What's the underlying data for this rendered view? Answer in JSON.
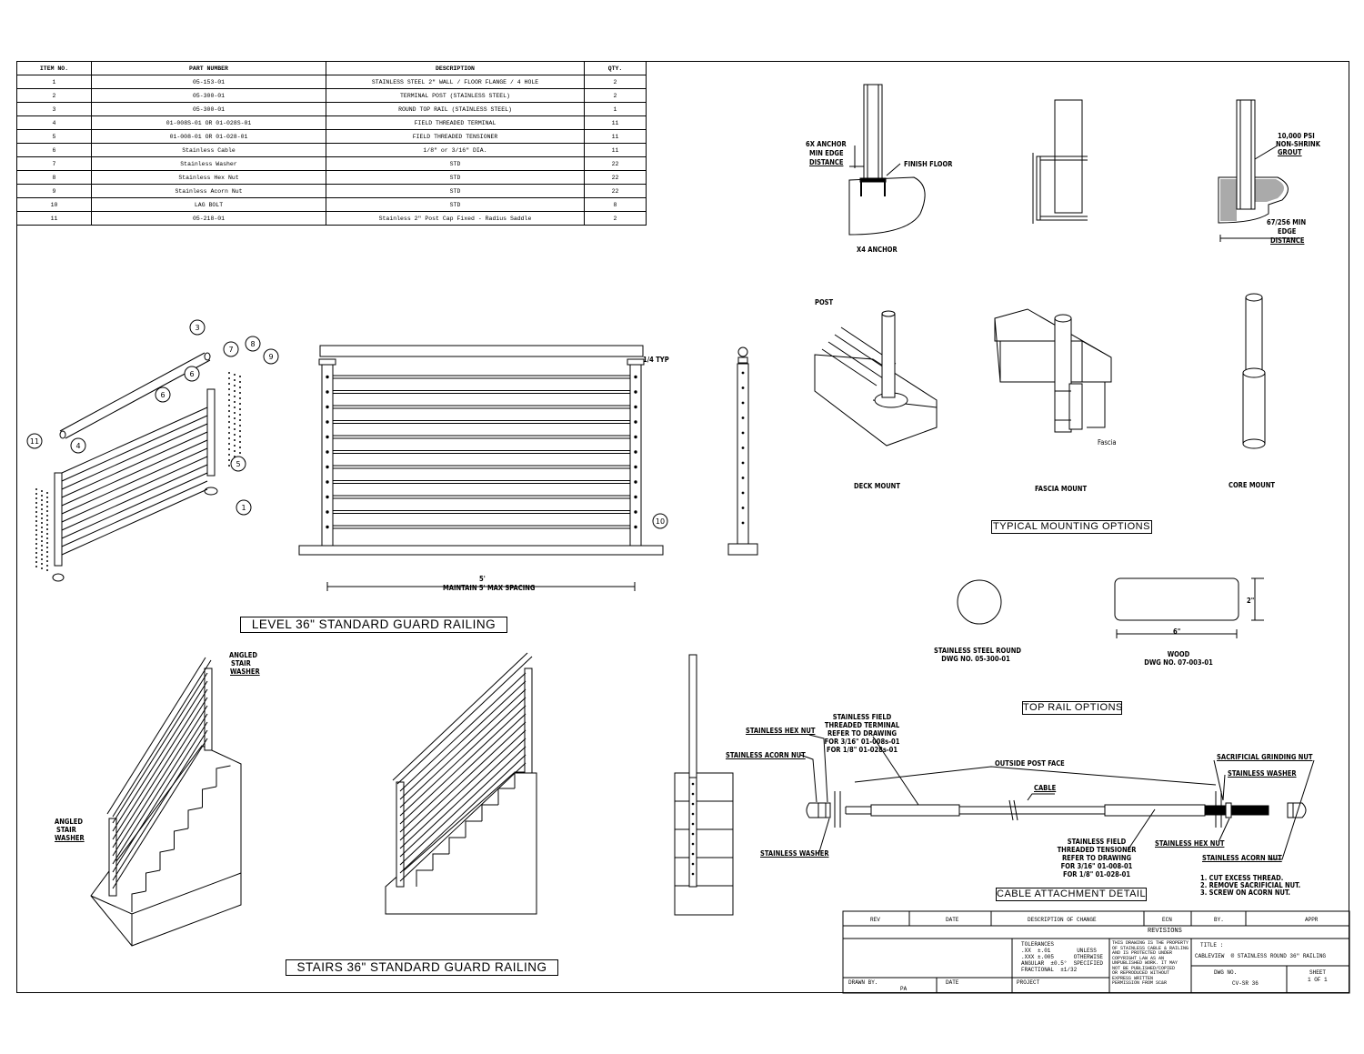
{
  "bom": {
    "headers": [
      "ITEM NO.",
      "PART NUMBER",
      "DESCRIPTION",
      "QTY."
    ],
    "rows": [
      [
        "1",
        "05-153-01",
        "STAINLESS STEEL 2\" WALL / FLOOR FLANGE / 4 HOLE",
        "2"
      ],
      [
        "2",
        "05-300-01",
        "TERMINAL POST  (STAINLESS STEEL)",
        "2"
      ],
      [
        "3",
        "05-300-01",
        "ROUND TOP RAIL (STAINLESS STEEL)",
        "1"
      ],
      [
        "4",
        "01-008S-01 OR 01-028S-01",
        "FIELD THREADED TERMINAL",
        "11"
      ],
      [
        "5",
        "01-008-01 OR 01-028-01",
        "FIELD THREADED TENSIONER",
        "11"
      ],
      [
        "6",
        "Stainless Cable",
        "1/8\" or 3/16\" DIA.",
        "11"
      ],
      [
        "7",
        "Stainless Washer",
        "STD",
        "22"
      ],
      [
        "8",
        "Stainless Hex Nut",
        "STD",
        "22"
      ],
      [
        "9",
        "Stainless Acorn Nut",
        "STD",
        "22"
      ],
      [
        "10",
        "LAG BOLT",
        "STD",
        "8"
      ],
      [
        "11",
        "05-218-01",
        "Stainless 2\" Post Cap Fixed - Radius Saddle",
        "2"
      ]
    ]
  },
  "titles": {
    "level": "LEVEL 36\" STANDARD GUARD RAILING",
    "stairs": "STAIRS 36\" STANDARD GUARD RAILING",
    "mounting": "TYPICAL MOUNTING OPTIONS",
    "top_rail": "TOP RAIL OPTIONS",
    "cable_detail": "CABLE ATTACHMENT DETAIL"
  },
  "labels": {
    "anchor_dist": "6X ANCHOR",
    "min_edge": "MIN EDGE",
    "distance": "DISTANCE",
    "finish_floor": "FINISH FLOOR",
    "x4_anchor": "X4 ANCHOR",
    "grout1": "10,000 PSI",
    "grout2": "NON-SHRINK",
    "grout3": "GROUT",
    "core_min1": "67/256 MIN",
    "core_min2": "EDGE",
    "core_min3": "DISTANCE",
    "post": "POST",
    "deck_mount": "DECK MOUNT",
    "fascia_mount": "FASCIA MOUNT",
    "fascia": "Fascia",
    "core_mount": "CORE MOUNT",
    "typ": "1/4 TYP",
    "span": "5'",
    "max_spacing": "MAINTAIN 5' MAX SPACING",
    "ss_round1": "STAINLESS STEEL ROUND",
    "ss_round2": "DWG NO. 05-300-01",
    "wood1": "WOOD",
    "wood2": "DWG NO. 07-003-01",
    "wood_width": "6\"",
    "wood_height": "2\"",
    "angled_washer_top1": "ANGLED",
    "angled_washer_top2": "STAIR",
    "angled_washer_top3": "WASHER",
    "angled_washer_bot1": "ANGLED",
    "angled_washer_bot2": "STAIR",
    "angled_washer_bot3": "WASHER",
    "hex_nut_l": "STAINLESS HEX NUT",
    "acorn_nut_l": "STAINLESS ACORN NUT",
    "washer_l": "STAINLESS WASHER",
    "terminal1": "STAINLESS FIELD",
    "terminal2": "THREADED TERMINAL",
    "terminal3": "REFER TO DRAWING",
    "terminal4": "FOR 3/16\" 01-008s-01",
    "terminal5": "FOR 1/8\" 01-028s-01",
    "outside_post_face": "OUTSIDE POST FACE",
    "cable": "CABLE",
    "sac_nut": "SACRIFICIAL GRINDING NUT",
    "washer_r": "STAINLESS WASHER",
    "tensioner1": "STAINLESS FIELD",
    "tensioner2": "THREADED TENSIONER",
    "tensioner3": "REFER TO DRAWING",
    "tensioner4": "FOR 3/16\" 01-008-01",
    "tensioner5": "FOR 1/8\" 01-028-01",
    "hex_nut_r": "STAINLESS HEX NUT",
    "acorn_nut_r": "STAINLESS ACORN NUT",
    "note1": "1.   CUT EXCESS THREAD.",
    "note2": "2.   REMOVE SACRIFICIAL NUT.",
    "note3": "3.   SCREW ON ACORN NUT."
  },
  "callouts": [
    "3",
    "6",
    "7",
    "8",
    "9",
    "6",
    "11",
    "4",
    "5",
    "1",
    "10"
  ],
  "title_block": {
    "rev": "REV",
    "date": "DATE",
    "desc": "DESCRIPTION OF CHANGE",
    "ecn": "ECN",
    "by": "BY.",
    "appr": "APPR",
    "revisions": "REVISIONS",
    "tolerances": "TOLERANCES\n.XX  ±.01        UNLESS\n.XXX ±.005      OTHERWISE\nANGULAR  ±0.5°  SPECIFIED\nFRACTIONAL  ±1/32",
    "notice": "THIS DRAWING IS THE PROPERTY\nOF STAINLESS CABLE & RAILING\nAND IS PROTECTED UNDER\nCOPYRIGHT LAW AS AN\nUNPUBLISHED WORK. IT MAY\nNOT BE PUBLISHED/COPIED\nOR REPRODUCED WITHOUT\nEXPRESS WRITTEN\nPERMISSION FROM SC&R",
    "title_label": "TITLE :",
    "title_value": "CABLEVIEW  ® STAINLESS ROUND 36\" RAILING",
    "dwg_label": "DWG NO.",
    "dwg_value": "CV-SR 36",
    "sheet_label": "SHEET",
    "sheet_value": "1 OF 1",
    "drawn_label": "DRAWN BY.",
    "drawn_value": "PA",
    "date_label": "DATE",
    "project_label": "PROJECT"
  }
}
